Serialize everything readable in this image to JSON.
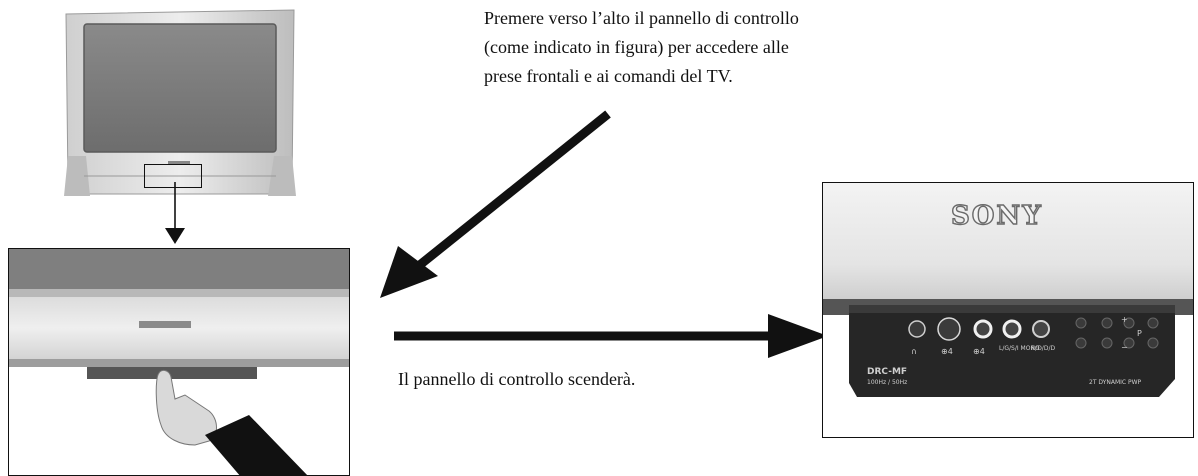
{
  "instruction": {
    "lines": [
      "Premere verso l’alto il pannello di controllo",
      "(come indicato in figura) per accedere alle",
      "prese frontali e ai comandi del TV."
    ]
  },
  "result_caption": "Il pannello di controllo scenderà.",
  "panel_closeup": {
    "brand": "SONY",
    "left_label": "DRC-MF",
    "left_sublabel": "100Hz / 50Hz",
    "right_label": "2T DYNAMIC PWP",
    "jack_labels": [
      "⊕4",
      "⊕4",
      "L/G/S/I MONO",
      "R/D/D/D"
    ],
    "button_labels": [
      "+",
      "P",
      "−"
    ]
  }
}
